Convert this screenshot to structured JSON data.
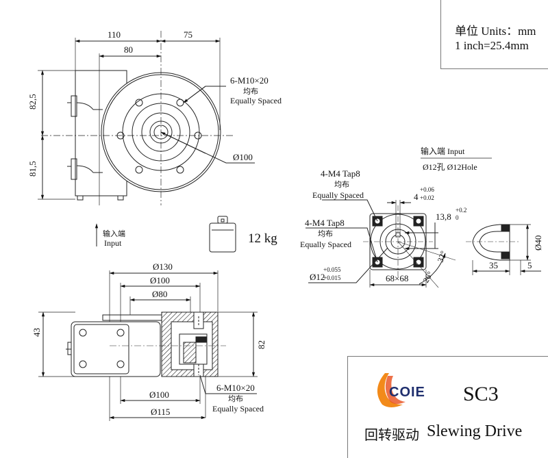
{
  "units": {
    "line1": "单位 Units：mm",
    "line2": "1 inch=25.4mm"
  },
  "front_view": {
    "dim_top_left": "110",
    "dim_top_right": "75",
    "dim_inner": "80",
    "dim_left_upper": "82,5",
    "dim_left_lower": "81,5",
    "bolt_callout": {
      "spec": "6-M10×20",
      "cn": "均布",
      "en": "Equally Spaced"
    },
    "diameter_callout": "Ø100",
    "input_arrow": {
      "cn": "输入端",
      "en": "Input"
    }
  },
  "weight": {
    "value": "12 kg"
  },
  "bottom_view": {
    "dim_d130": "Ø130",
    "dim_d100_top": "Ø100",
    "dim_d80": "Ø80",
    "dim_height_left": "43",
    "dim_height_right": "82",
    "dim_d100_bottom": "Ø100",
    "dim_d115": "Ø115",
    "bolt_callout": {
      "spec": "6-M10×20",
      "cn": "均布",
      "en": "Equally Spaced"
    }
  },
  "input_view": {
    "header": {
      "cn": "输入端 Input",
      "hole": "Ø12孔  Ø12Hole"
    },
    "tap_callout_upper": {
      "spec": "4-M4 Tap8",
      "cn": "均布",
      "en": "Equally Spaced"
    },
    "tap_callout_lower": {
      "spec": "4-M4 Tap8",
      "cn": "均布",
      "en": "Equally Spaced"
    },
    "key_width": {
      "base": "4",
      "tol_upper": "+0.06",
      "tol_lower": "+0.02"
    },
    "key_depth": {
      "base": "13,8",
      "tol": "+0.2",
      "tol_lower": "0"
    },
    "bore": {
      "base": "Ø12",
      "tol_upper": "+0.055",
      "tol_lower": "+0.015"
    },
    "square": "68×68",
    "angle_1": "26°",
    "angle_2": "32°"
  },
  "side_section": {
    "dia": "Ø40",
    "len_1": "35",
    "len_2": "5"
  },
  "title_block": {
    "brand": "COIE",
    "model": "SC3",
    "cn_name": "回转驱动",
    "en_name": "Slewing Drive"
  }
}
